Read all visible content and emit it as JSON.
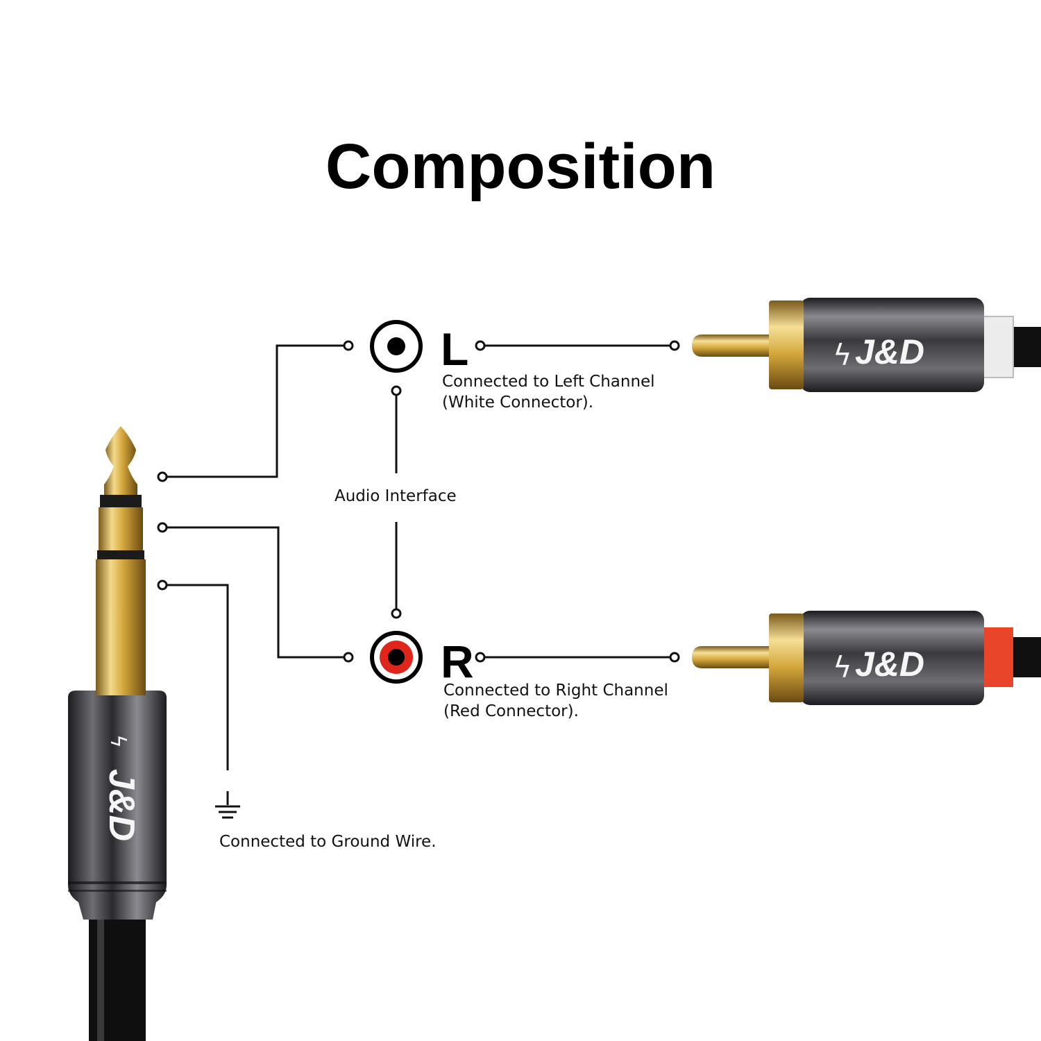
{
  "title": "Composition",
  "left_channel": {
    "letter": "L",
    "line1": "Connected to Left Channel",
    "line2": "(White Connector)."
  },
  "right_channel": {
    "letter": "R",
    "line1": "Connected to Right Channel",
    "line2": "(Red Connector)."
  },
  "audio_interface": "Audio Interface",
  "ground": "Connected to Ground Wire.",
  "brand_logo": "J&D",
  "colors": {
    "gold": "#d4a73c",
    "gunmetal": "#3a3a3e",
    "red_ring": "#e0251b",
    "white_ring": "#f2f2f2",
    "cable": "#111111"
  }
}
